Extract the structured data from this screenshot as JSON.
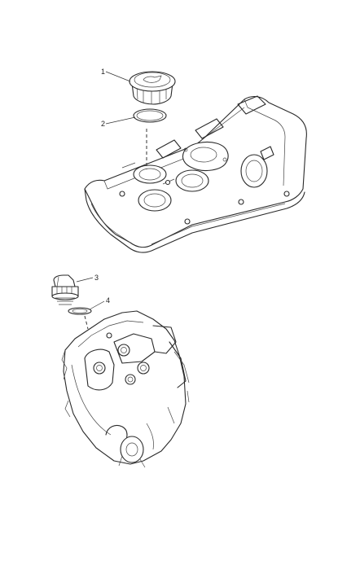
{
  "callouts": [
    {
      "id": "1",
      "text": "1"
    },
    {
      "id": "2",
      "text": "2"
    },
    {
      "id": "3",
      "text": "3"
    },
    {
      "id": "4",
      "text": "4"
    }
  ],
  "colors": {
    "line": "#2a2a2a",
    "background": "#ffffff"
  }
}
